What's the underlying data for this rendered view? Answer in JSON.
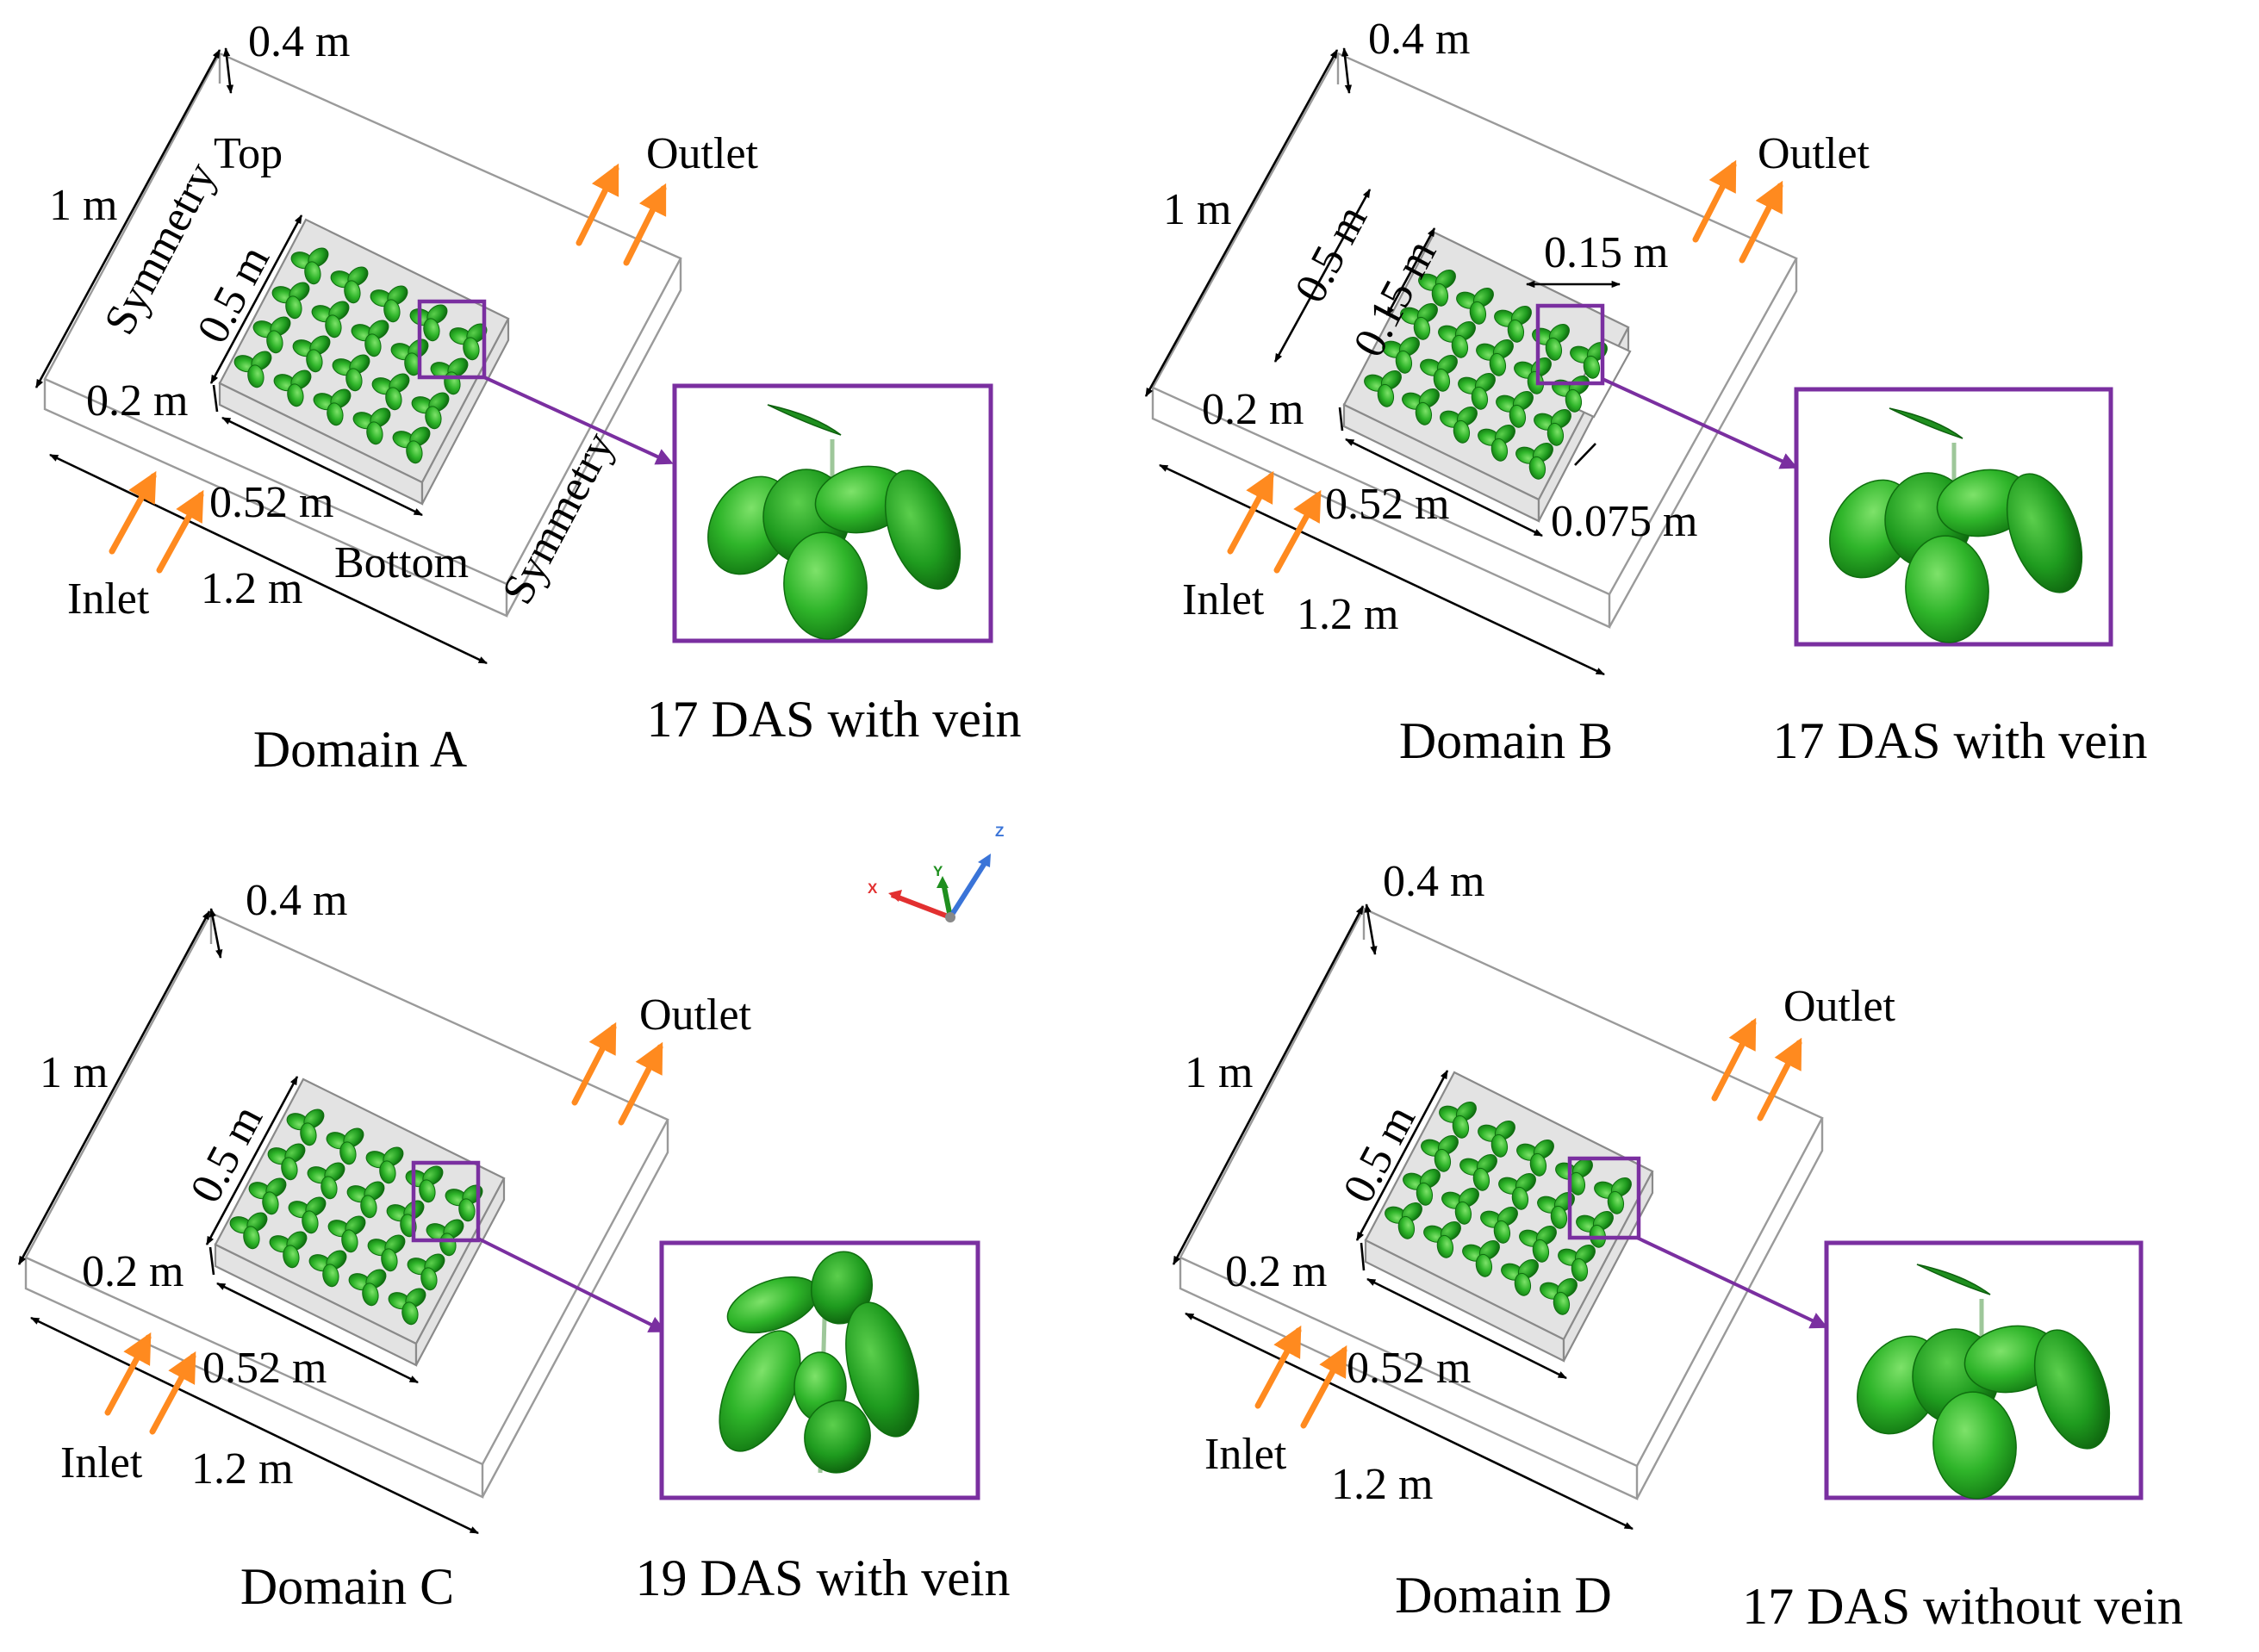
{
  "panels": [
    {
      "id": "A",
      "caption": "Domain A",
      "inset_caption": "17 DAS with vein",
      "dims": {
        "height": "0.4 m",
        "depth": "1 m",
        "canopy": "0.5 m",
        "bed_height": "0.2 m",
        "bed_width": "0.52 m",
        "length": "1.2 m"
      },
      "inlet": "Inlet",
      "outlet": "Outlet",
      "top_label": "Top",
      "bottom_label": "Bottom",
      "symmetry_left": "Symmetry",
      "symmetry_right": "Symmetry"
    },
    {
      "id": "B",
      "caption": "Domain B",
      "inset_caption": "17 DAS with vein",
      "dims": {
        "height": "0.4 m",
        "depth": "1 m",
        "canopy": "0.5 m",
        "bed_height": "0.2 m",
        "bed_width": "0.52 m",
        "length": "1.2 m"
      },
      "extra_dims": {
        "gap_w": "0.15 m",
        "gap_d": "0.15 m",
        "offset": "0.075 m"
      },
      "inlet": "Inlet",
      "outlet": "Outlet"
    },
    {
      "id": "C",
      "caption": "Domain C",
      "inset_caption": "19 DAS with vein",
      "dims": {
        "height": "0.4 m",
        "depth": "1 m",
        "canopy": "0.5 m",
        "bed_height": "0.2 m",
        "bed_width": "0.52 m",
        "length": "1.2 m"
      },
      "inlet": "Inlet",
      "outlet": "Outlet"
    },
    {
      "id": "D",
      "caption": "Domain D",
      "inset_caption": "17 DAS without vein",
      "dims": {
        "height": "0.4 m",
        "depth": "1 m",
        "canopy": "0.5 m",
        "bed_height": "0.2 m",
        "bed_width": "0.52 m",
        "length": "1.2 m"
      },
      "inlet": "Inlet",
      "outlet": "Outlet"
    }
  ],
  "axes_triad": {
    "x": "X",
    "y": "Y",
    "z": "Z"
  },
  "colors": {
    "inset_frame": "#7a2fa0",
    "flow_arrow": "#ff8a1f",
    "plant": "#2fb52a"
  }
}
